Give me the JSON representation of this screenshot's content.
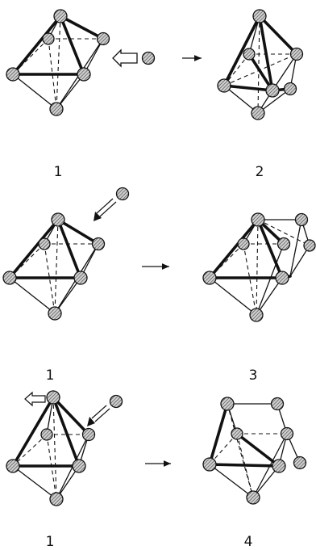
{
  "figure": {
    "rows": [
      {
        "reactant_label": "1",
        "product_label": "2"
      },
      {
        "reactant_label": "1",
        "product_label": "3"
      },
      {
        "reactant_label": "1",
        "product_label": "4"
      }
    ],
    "atom_fill_pattern": "diagonal-hatch",
    "line_color": "#111111"
  }
}
